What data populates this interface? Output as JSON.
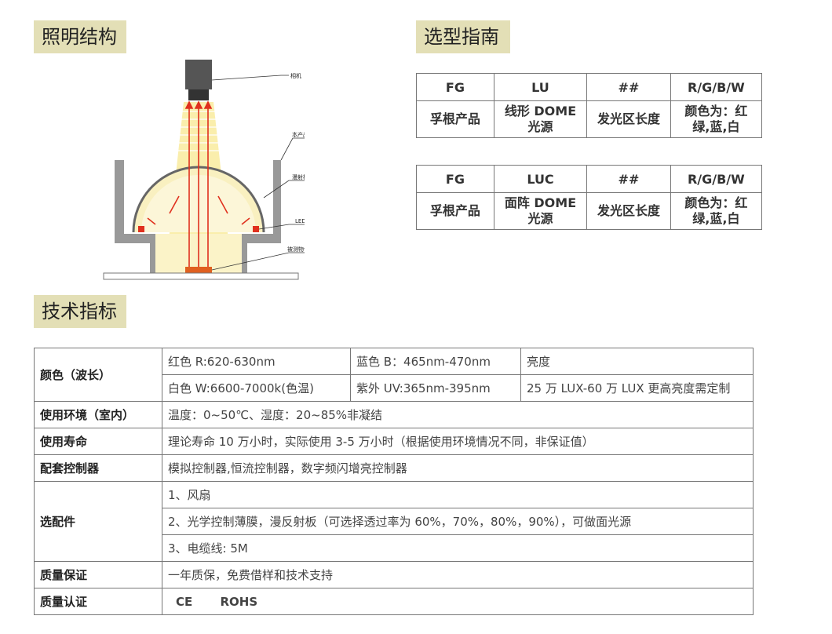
{
  "sections": {
    "structure": "照明结构",
    "guide": "选型指南",
    "spec": "技术指标"
  },
  "diagram": {
    "labels": {
      "camera": "相机",
      "product": "本产品",
      "diffuser": "漫射板",
      "led": "LED",
      "object": "被测物体"
    },
    "colors": {
      "housing": "#999999",
      "light": "#f8e890",
      "arrow": "#e0301e",
      "object": "#e06020"
    }
  },
  "guide": [
    {
      "header": [
        "FG",
        "LU",
        "##",
        "R/G/B/W"
      ],
      "row": [
        "孚根产品",
        "线形 DOME\n光源",
        "发光区长度",
        "颜色为：红\n绿,蓝,白"
      ]
    },
    {
      "header": [
        "FG",
        "LUC",
        "##",
        "R/G/B/W"
      ],
      "row": [
        "孚根产品",
        "面阵 DOME\n光源",
        "发光区长度",
        "颜色为：红\n绿,蓝,白"
      ]
    }
  ],
  "spec": {
    "color": {
      "label": "颜色（波长）",
      "red": "红色 R:620-630nm",
      "blue": "蓝色 B：465nm-470nm",
      "brightness": "亮度",
      "white": "白色 W:6600-7000k(色温)",
      "uv": "紫外 UV:365nm-395nm",
      "brightness_value": "25 万 LUX-60 万 LUX  更高亮度需定制"
    },
    "environment": {
      "label": "使用环境（室内）",
      "value": "温度：0~50℃、湿度：20~85%非凝结"
    },
    "lifetime": {
      "label": "使用寿命",
      "value": "理论寿命 10 万小时，实际使用 3-5 万小时（根据使用环境情况不同，非保证值）"
    },
    "controller": {
      "label": "配套控制器",
      "value": "模拟控制器,恒流控制器，数字频闪增亮控制器"
    },
    "accessories": {
      "label": "选配件",
      "items": [
        "1、风扇",
        "2、光学控制薄膜，漫反射板（可选择透过率为 60%，70%，80%，90%），可做面光源",
        "3、电缆线: 5M"
      ]
    },
    "warranty": {
      "label": "质量保证",
      "value": "一年质保，免费借样和技术支持"
    },
    "certification": {
      "label": "质量认证",
      "ce": "CE",
      "rohs": "ROHS"
    }
  }
}
